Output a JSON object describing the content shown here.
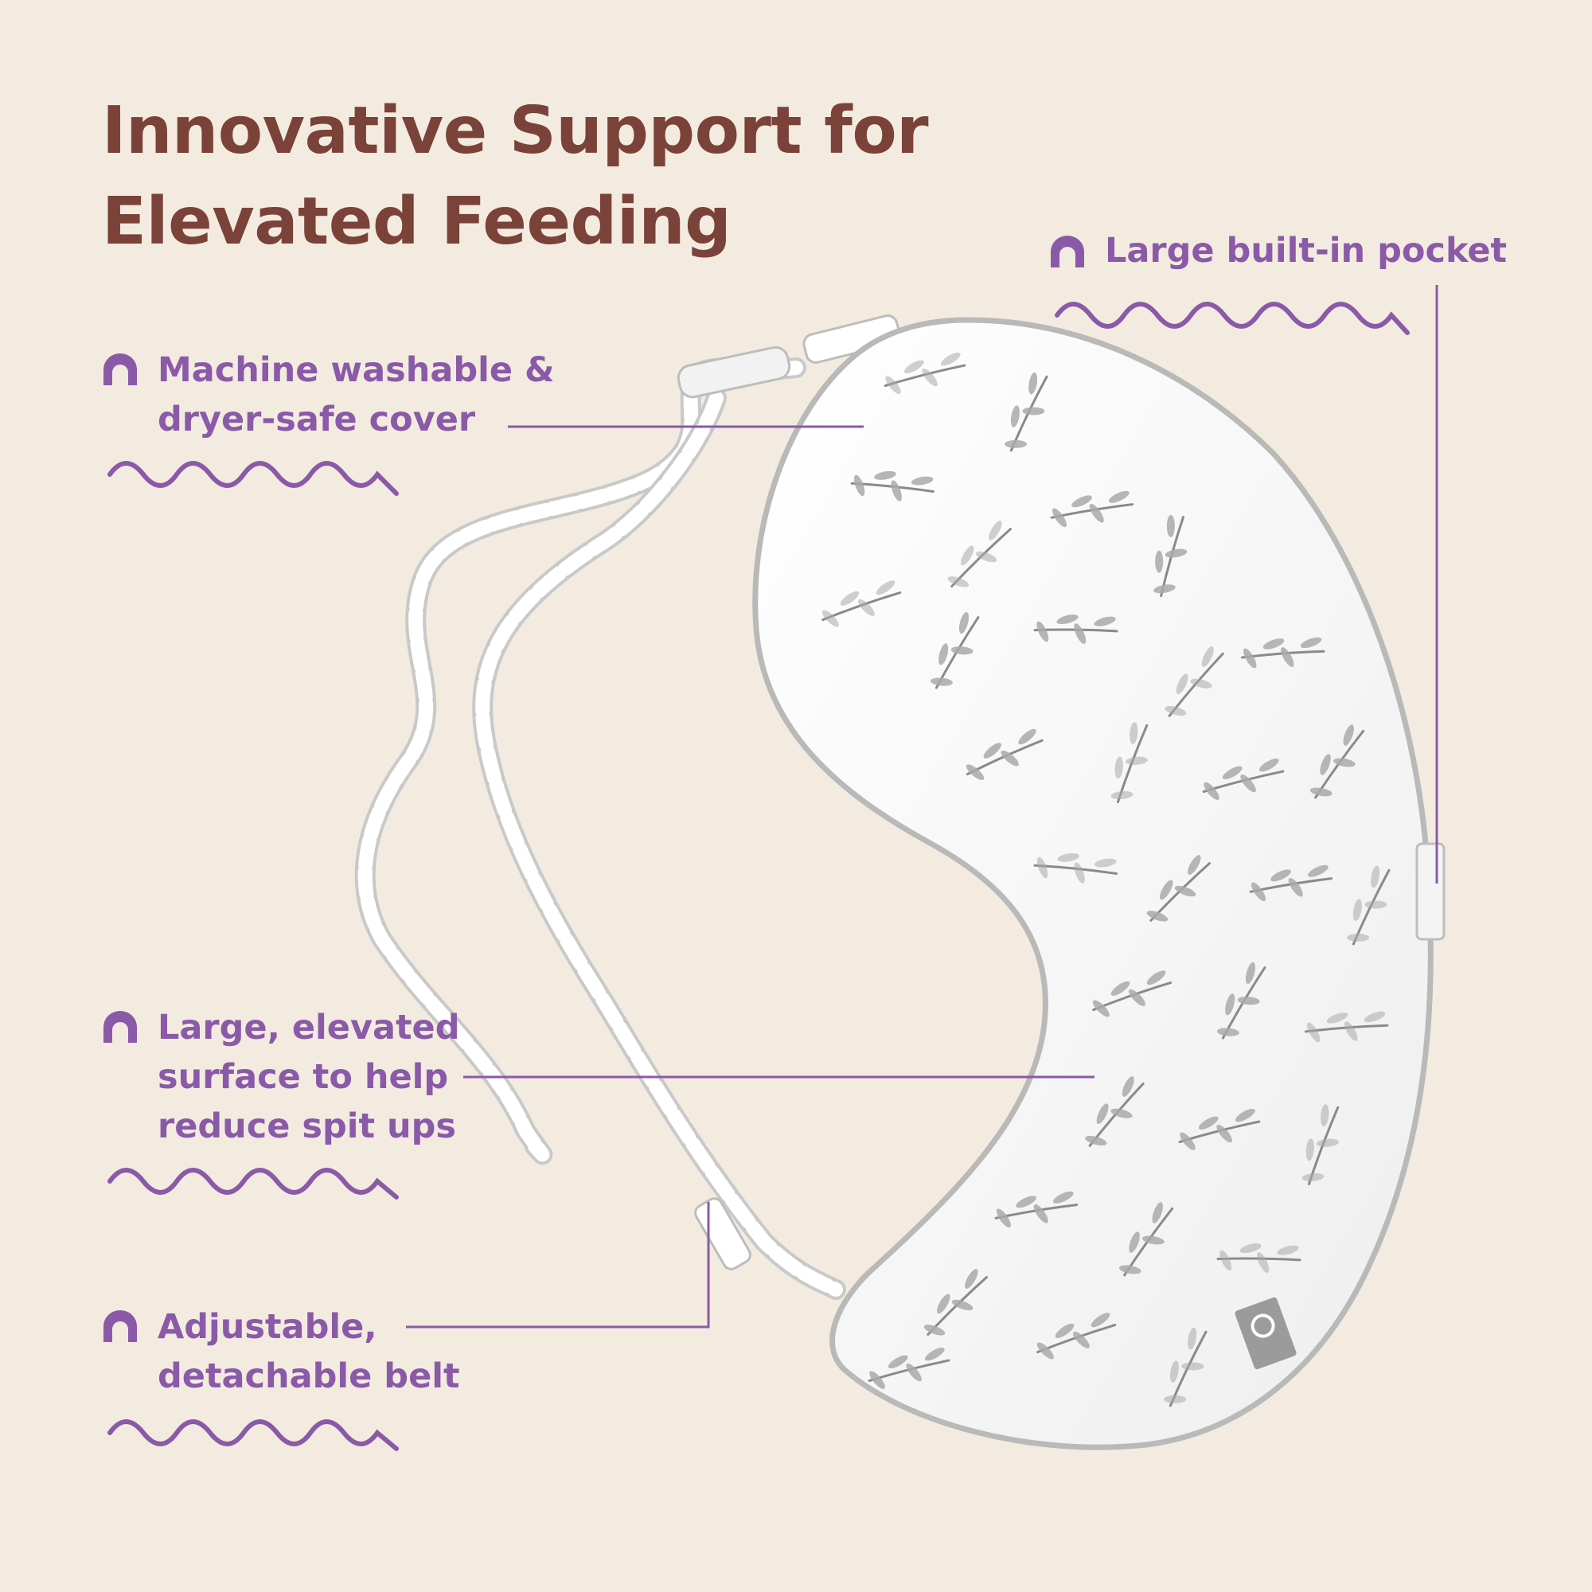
{
  "title_lines": [
    "Innovative Support for",
    "Elevated Feeding"
  ],
  "features": [
    {
      "icon": "arch-bullet-icon",
      "lines": [
        "Machine washable &",
        "dryer-safe cover"
      ]
    },
    {
      "icon": "arch-bullet-icon",
      "lines": [
        "Large built-in pocket"
      ]
    },
    {
      "icon": "arch-bullet-icon",
      "lines": [
        "Large, elevated",
        "surface to help",
        "reduce spit ups"
      ]
    },
    {
      "icon": "arch-bullet-icon",
      "lines": [
        "Adjustable,",
        "detachable belt"
      ]
    }
  ],
  "product": {
    "name": "nursing-pillow",
    "pattern": "grey-leaf-print"
  },
  "colors": {
    "background": "#f3ebe0",
    "title": "#7a4238",
    "accent": "#8a5aa8",
    "pillow_fill": "#ffffff",
    "pillow_trim": "#b9b9b9",
    "leaf": "#9a9a9a"
  }
}
